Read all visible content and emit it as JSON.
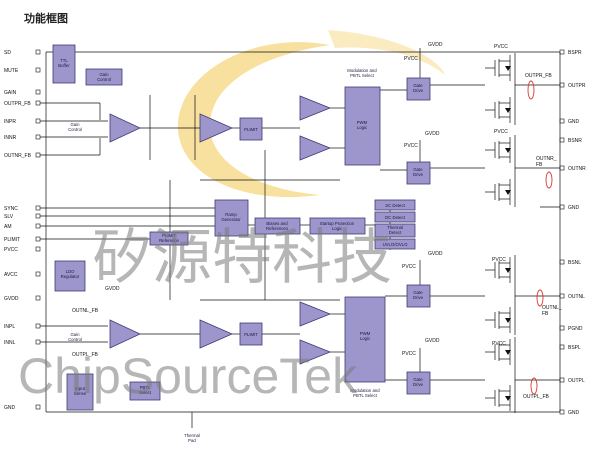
{
  "title": "功能框图",
  "watermark": {
    "cn": "矽源特科技",
    "en": "ChipSourceTek"
  },
  "left_pins": [
    "SD",
    "MUTE",
    "GAIN",
    "OUTPR_FB",
    "INPR",
    "INNR",
    "OUTNR_FB",
    "SYNC",
    "SLV",
    "AM",
    "PLIMIT",
    "PVCC",
    "AVCC",
    "GVDD",
    "INPL",
    "INNL",
    "GND"
  ],
  "right_pins": [
    "BSPR",
    "OUTPR",
    "GND",
    "BSNR",
    "OUTNR",
    "GND",
    "BSNL",
    "OUTNL",
    "PGND",
    "BSPL",
    "OUTPL",
    "GND"
  ],
  "blocks": {
    "ttl_buffer": "TTL\nBuffer",
    "gain_control_top": "Gain\nControl",
    "gain_control_left_r": "Gain\nControl",
    "gain_control_left_l": "Gain\nControl",
    "plimit_r": "PLIMIT",
    "plimit_l": "PLIMIT",
    "pwm_logic_r": "PWM\nLogic",
    "pwm_logic_l": "PWM\nLogic",
    "gate_drive_1": "Gate\nDrive",
    "gate_drive_2": "Gate\nDrive",
    "gate_drive_3": "Gate\nDrive",
    "gate_drive_4": "Gate\nDrive",
    "ramp_generator": "Ramp\nGenerator",
    "plimit_reference": "PLIMIT\nReference",
    "biases_refs": "Biases and\nReferences",
    "startup_protection": "Startup Protection\nLogic",
    "sc_detect": "SC Detect",
    "dc_detect": "DC Detect",
    "thermal_detect": "Thermal\nDetect",
    "uvlo_ovlo": "UVLO/OVLO",
    "ldo_regulator": "LDO\nRegulator",
    "input_sense": "Input\nSense",
    "pbtl_select": "PBTL\nSelect"
  },
  "labels": {
    "mod_pbtl_top": "Modulation and\nPBTL Select",
    "mod_pbtl_bottom": "Modulation and\nPBTL Select",
    "thermal_pad": "Thermal\nPad",
    "gvdd": "GVDD",
    "pvcc": "PVCC",
    "gvdd_mid": "GVDD",
    "outpr_fb": "OUTPR_FB",
    "outnr_fb": "OUTNR_\nFB",
    "outnl_fb": "OUTNL_\nFB",
    "outpl_fb": "OUTPL_FB",
    "outnl_fb_left": "OUTNL_FB",
    "outpl_fb_left": "OUTPL_FB"
  },
  "colors": {
    "block_fill": "#9c96cc",
    "block_stroke": "#3f3a73",
    "feedback_loop": "#d83a2f",
    "watermark_arc": "#f3c64e"
  }
}
